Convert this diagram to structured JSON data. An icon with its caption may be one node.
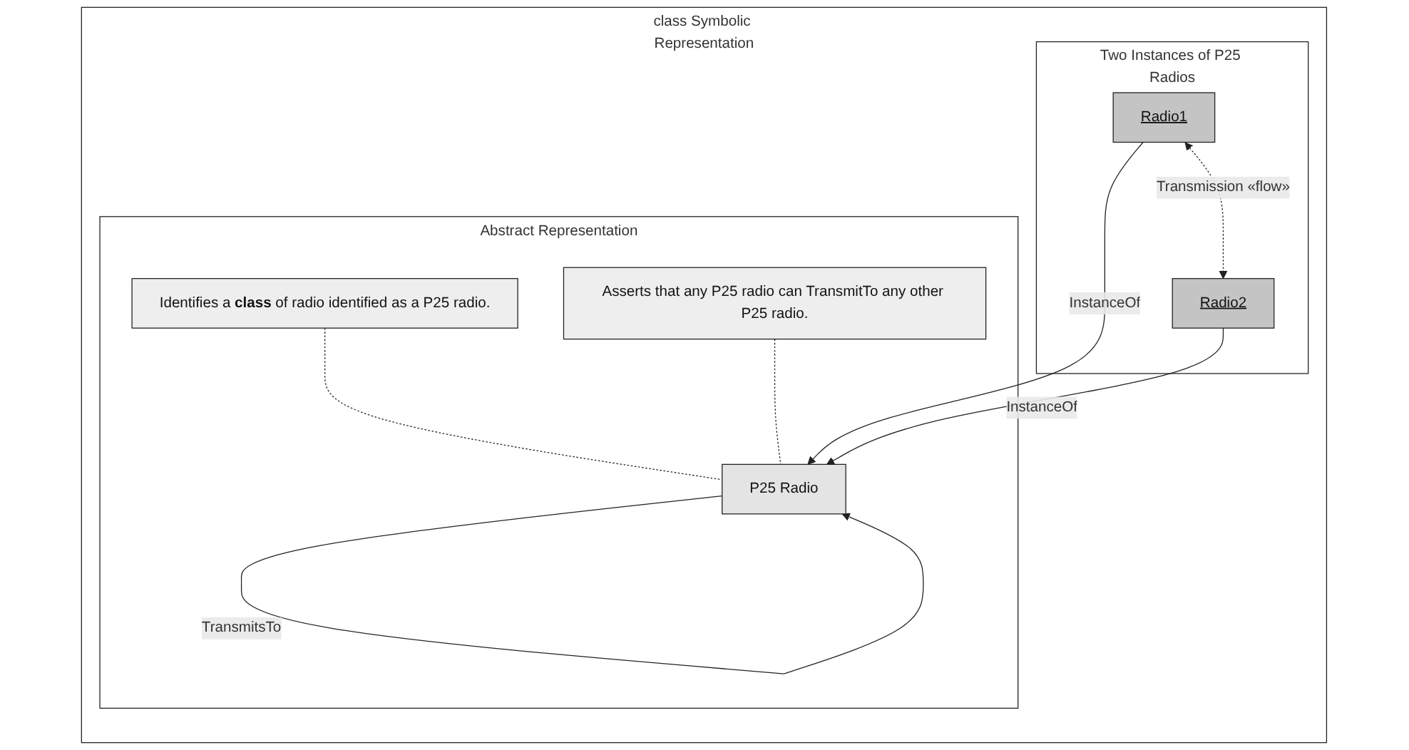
{
  "diagram": {
    "nodes": [
      {
        "text": [
          "class Symbolic Representation"
        ]
      },
      {
        "text": [
          "Abstract Representation"
        ],
        "in": 0
      },
      {
        "text": [
          "Identifies a **class** of radio identified as a P25 radio."
        ],
        "in": 1
      },
      {
        "text": [
          "P25 Radio"
        ],
        "in": 1
      },
      {
        "text": [
          "Asserts that any P25 radio can TransmitTo any other P25 radio."
        ],
        "in": 1
      },
      {
        "text": [
          "Two Instances of P25 Radios"
        ],
        "in": 0
      },
      {
        "text": [
          "Radio1"
        ],
        "in": 5
      },
      {
        "text": [
          "Radio2"
        ],
        "in": 5
      }
    ],
    "edges": [
      {
        "from": 2,
        "to": 3,
        "arrow": "none",
        "style": "dashed"
      },
      {
        "from": 3,
        "to": 3,
        "arrow": "to",
        "label": "TransmitsTo"
      },
      {
        "from": 4,
        "to": 3,
        "arrow": "none",
        "style": "dashed"
      },
      {
        "from": 6,
        "to": 3,
        "arrow": "to",
        "label": "InstanceOf"
      },
      {
        "from": 7,
        "to": 3,
        "arrow": "to",
        "label": "InstanceOf"
      },
      {
        "from": 6,
        "to": 7,
        "arrow": "both",
        "style": "dashed",
        "label": "Transmission «flow»"
      }
    ]
  }
}
